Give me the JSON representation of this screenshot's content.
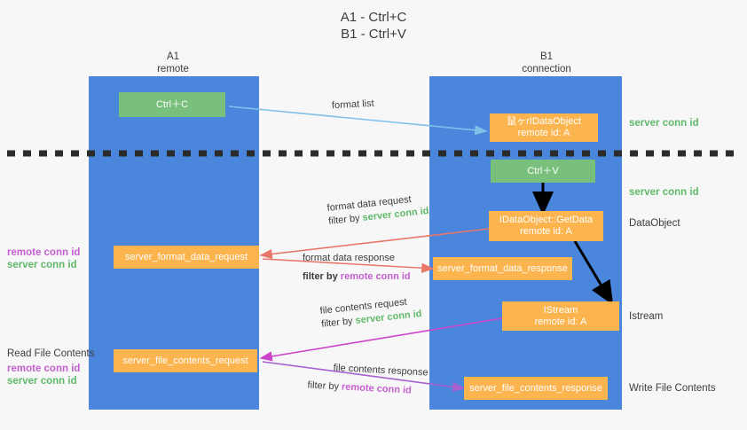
{
  "title": "A1 - Ctrl+C\nB1 - Ctrl+V",
  "columns": [
    {
      "name": "A1",
      "sub": "remote"
    },
    {
      "name": "B1",
      "sub": "connection"
    }
  ],
  "nodes": {
    "ctrl_c": {
      "line1": "Ctrl＋C",
      "line2": ""
    },
    "idataobject_top": {
      "line1": "鼠ヶrIDataObject",
      "line2": "remote id: A"
    },
    "ctrl_v": {
      "line1": "Ctrl＋V",
      "line2": ""
    },
    "getdata": {
      "line1": "IDataObject::GetData",
      "line2": "remote id: A"
    },
    "server_format_data_request": {
      "line1": "server_format_data_request",
      "line2": ""
    },
    "server_format_data_response": {
      "line1": "server_format_data_response",
      "line2": ""
    },
    "istream": {
      "line1": "IStream",
      "line2": "remote id: A"
    },
    "server_file_contents_request": {
      "line1": "server_file_contents_request",
      "line2": ""
    },
    "server_file_contents_response": {
      "line1": "server_file_contents_response",
      "line2": ""
    }
  },
  "right_labels": {
    "server_conn_id_top": "server conn id",
    "server_conn_id_mid": "server conn id",
    "dataobject": "DataObject",
    "istream": "Istream",
    "write_file_contents": "Write File Contents"
  },
  "left_labels": {
    "format_block": {
      "remote": "remote conn id",
      "server": "server conn id"
    },
    "read_file_contents": {
      "title": "Read File Contents",
      "remote": "remote conn id",
      "server": "server conn id"
    }
  },
  "arrow_labels": {
    "format_list": "format list",
    "format_data_request": "format data request",
    "format_data_request_filter_prefix": "filter by ",
    "format_data_request_filter_value": "server conn id",
    "format_data_response": "format data response",
    "format_data_response_filter_prefix": "filter by ",
    "format_data_response_filter_value": "remote conn id",
    "file_contents_request": "file contents request",
    "file_contents_request_filter_prefix": "filter by ",
    "file_contents_request_filter_value": "server conn id",
    "file_contents_response": "file contents response",
    "file_contents_response_filter_prefix": "filter by ",
    "file_contents_response_filter_value": "remote conn id"
  },
  "colors": {
    "lane": "#4a86dc",
    "green_node": "#79c07c",
    "orange_node": "#fcb44f",
    "green_text": "#5fb96a",
    "purple_text": "#c45fd0",
    "blue_arrow": "#7fc0e8",
    "red_arrow": "#e8776a",
    "magenta_arrow": "#cc44cc",
    "purple_arrow": "#a85fd0",
    "black_arrow": "#000000",
    "background": "#f7f7f7"
  }
}
